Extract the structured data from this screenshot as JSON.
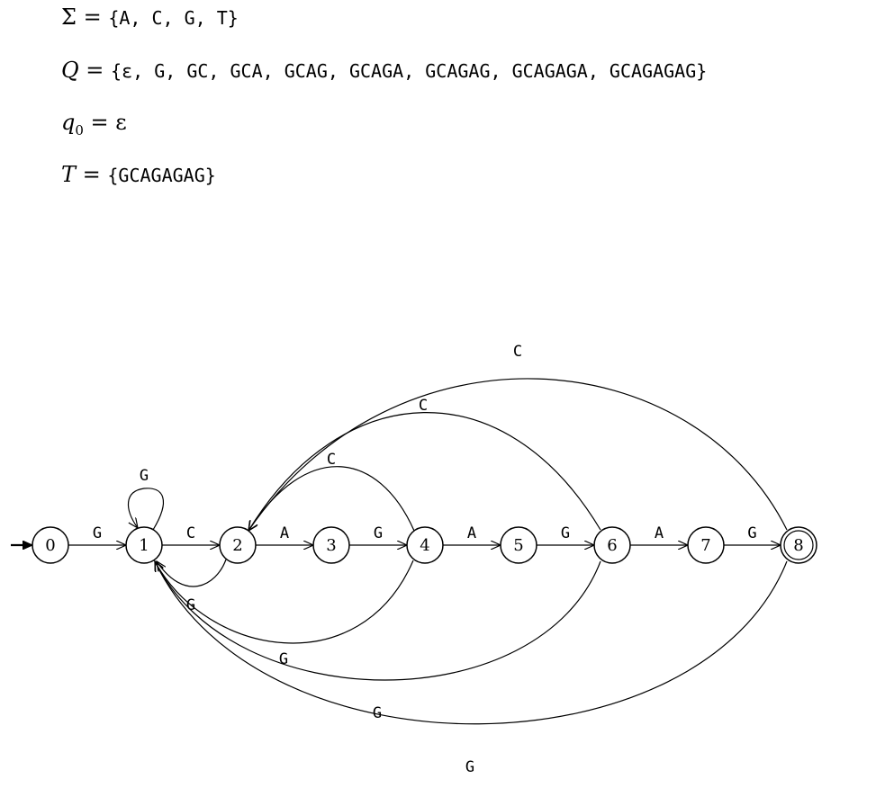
{
  "definitions": {
    "sigma": {
      "symbol": "Σ = ",
      "value": "{A, C, G, T}"
    },
    "states": {
      "symbol": "Q = ",
      "value": "{ε, G, GC, GCA, GCAG, GCAGA, GCAGAG, GCAGAGA, GCAGAGAG}"
    },
    "start": {
      "symbol": "q",
      "subscript": "0",
      "rest": " = ε"
    },
    "accept": {
      "symbol": "T = ",
      "value": "{GCAGAGAG}"
    }
  },
  "automaton": {
    "states": [
      {
        "id": 0,
        "label": "0",
        "initial": true,
        "accepting": false
      },
      {
        "id": 1,
        "label": "1",
        "initial": false,
        "accepting": false
      },
      {
        "id": 2,
        "label": "2",
        "initial": false,
        "accepting": false
      },
      {
        "id": 3,
        "label": "3",
        "initial": false,
        "accepting": false
      },
      {
        "id": 4,
        "label": "4",
        "initial": false,
        "accepting": false
      },
      {
        "id": 5,
        "label": "5",
        "initial": false,
        "accepting": false
      },
      {
        "id": 6,
        "label": "6",
        "initial": false,
        "accepting": false
      },
      {
        "id": 7,
        "label": "7",
        "initial": false,
        "accepting": false
      },
      {
        "id": 8,
        "label": "8",
        "initial": false,
        "accepting": true
      }
    ],
    "transitions": [
      {
        "from": 0,
        "to": 1,
        "label": "G"
      },
      {
        "from": 1,
        "to": 1,
        "label": "G"
      },
      {
        "from": 1,
        "to": 2,
        "label": "C"
      },
      {
        "from": 2,
        "to": 3,
        "label": "A"
      },
      {
        "from": 3,
        "to": 4,
        "label": "G"
      },
      {
        "from": 4,
        "to": 5,
        "label": "A"
      },
      {
        "from": 5,
        "to": 6,
        "label": "G"
      },
      {
        "from": 6,
        "to": 7,
        "label": "A"
      },
      {
        "from": 7,
        "to": 8,
        "label": "G"
      },
      {
        "from": 2,
        "to": 1,
        "label": "G"
      },
      {
        "from": 4,
        "to": 2,
        "label": "C"
      },
      {
        "from": 6,
        "to": 2,
        "label": "C"
      },
      {
        "from": 8,
        "to": 2,
        "label": "C"
      },
      {
        "from": 4,
        "to": 1,
        "label": "G"
      },
      {
        "from": 6,
        "to": 1,
        "label": "G"
      },
      {
        "from": 8,
        "to": 1,
        "label": "G"
      }
    ]
  }
}
